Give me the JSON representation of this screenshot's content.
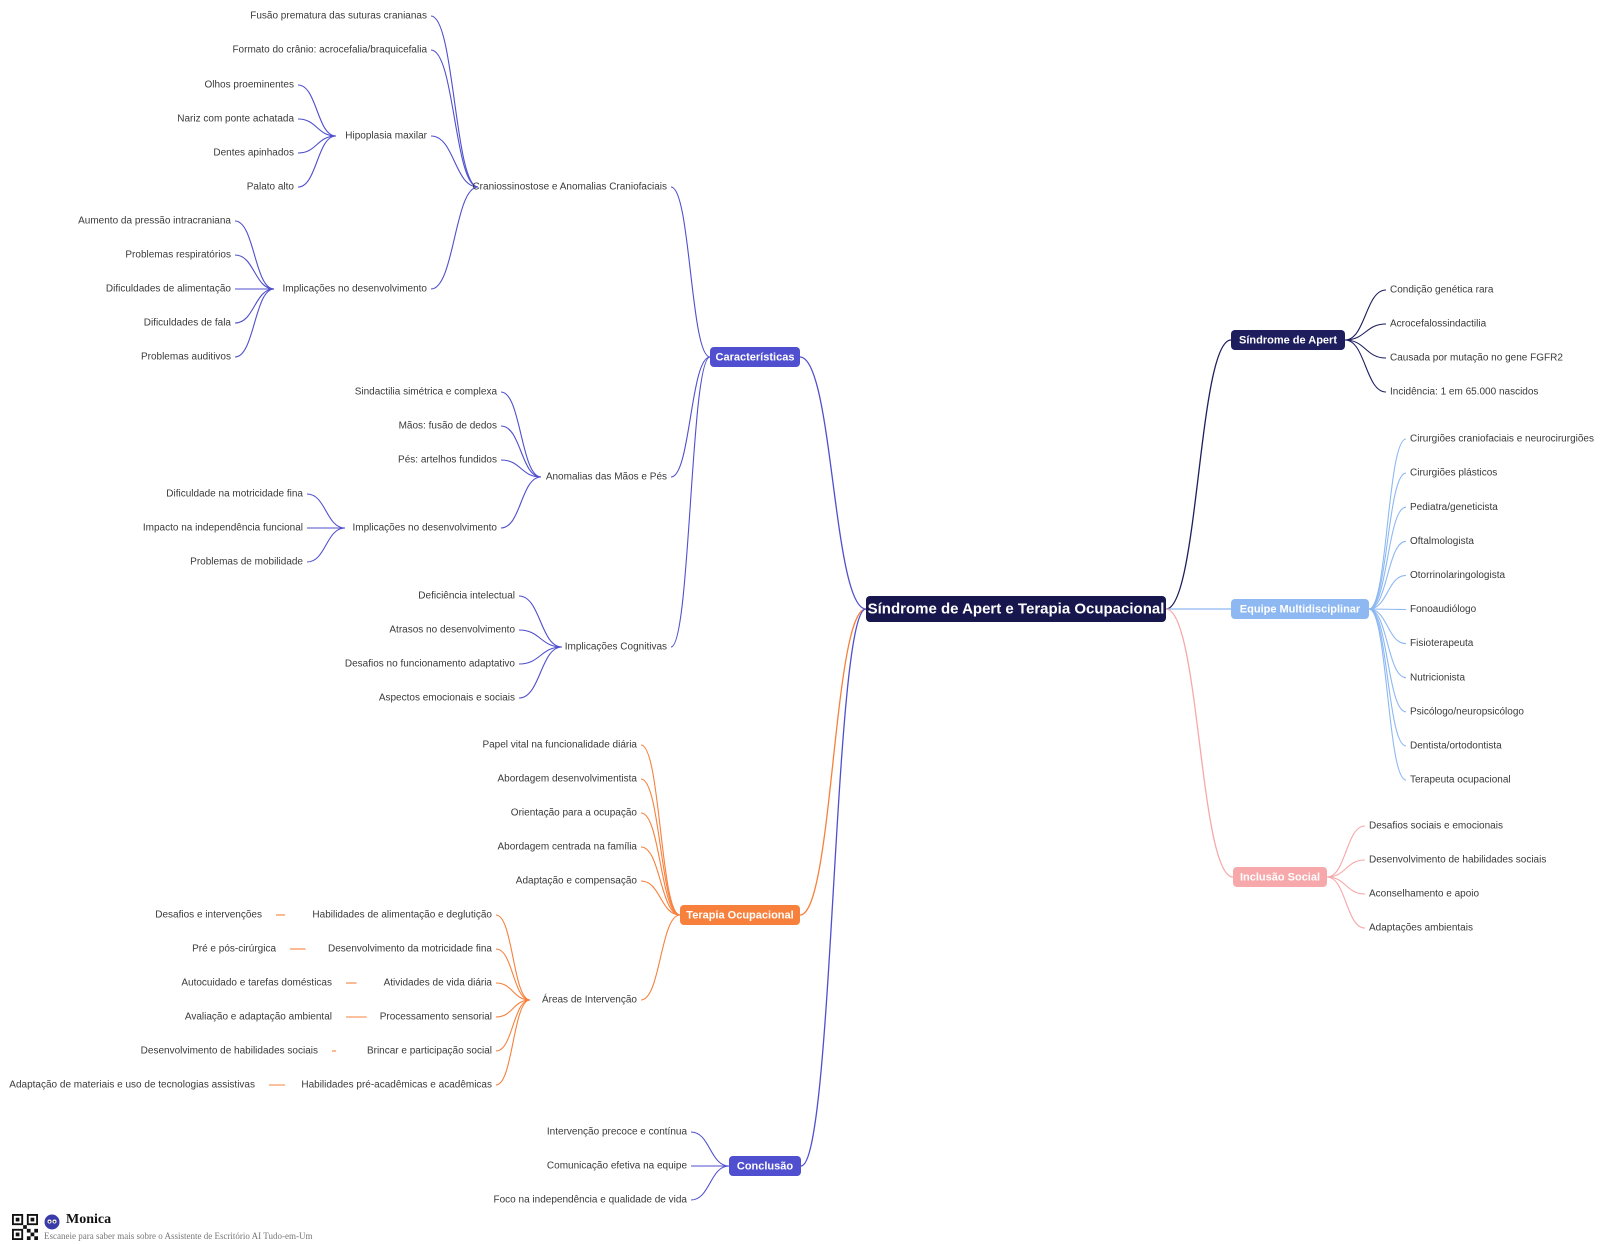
{
  "colors": {
    "root": "#17174d",
    "apert": "#1e1e5e",
    "caracteristicas": "#4f4fcf",
    "terapia": "#f7803c",
    "conclusao": "#4f4fcf",
    "equipe": "#8db8f2",
    "inclusao": "#f6a8aa"
  },
  "root": {
    "label": "Síndrome de Apert e Terapia Ocupacional"
  },
  "apert": {
    "label": "Síndrome de Apert",
    "items": [
      "Condição genética rara",
      "Acrocefalossindactilia",
      "Causada por mutação no gene FGFR2",
      "Incidência: 1 em 65.000 nascidos"
    ]
  },
  "equipe": {
    "label": "Equipe Multidisciplinar",
    "items": [
      "Cirurgiões craniofaciais e neurocirurgiões",
      "Cirurgiões plásticos",
      "Pediatra/geneticista",
      "Oftalmologista",
      "Otorrinolaringologista",
      "Fonoaudiólogo",
      "Fisioterapeuta",
      "Nutricionista",
      "Psicólogo/neuropsicólogo",
      "Dentista/ortodontista",
      "Terapeuta ocupacional"
    ]
  },
  "inclusao": {
    "label": "Inclusão Social",
    "items": [
      "Desafios sociais e emocionais",
      "Desenvolvimento de habilidades sociais",
      "Aconselhamento e apoio",
      "Adaptações ambientais"
    ]
  },
  "caracteristicas": {
    "label": "Características",
    "cranio": {
      "label": "Craniossinostose e Anomalias Craniofaciais",
      "fusao": "Fusão prematura das suturas cranianas",
      "formato": "Formato do crânio: acrocefalia/braquicefalia",
      "hipoplasia": {
        "label": "Hipoplasia maxilar",
        "items": [
          "Olhos proeminentes",
          "Nariz com ponte achatada",
          "Dentes apinhados",
          "Palato alto"
        ]
      },
      "implicacoes": {
        "label": "Implicações no desenvolvimento",
        "items": [
          "Aumento da pressão intracraniana",
          "Problemas respiratórios",
          "Dificuldades de alimentação",
          "Dificuldades de fala",
          "Problemas auditivos"
        ]
      }
    },
    "maos": {
      "label": "Anomalias das Mãos e Pés",
      "sindactilia": "Sindactilia simétrica e complexa",
      "maos_fusao": "Mãos: fusão de dedos",
      "pes": "Pés: artelhos fundidos",
      "implicacoes": {
        "label": "Implicações no desenvolvimento",
        "items": [
          "Dificuldade na motricidade fina",
          "Impacto na independência funcional",
          "Problemas de mobilidade"
        ]
      }
    },
    "cognitivas": {
      "label": "Implicações Cognitivas",
      "items": [
        "Deficiência intelectual",
        "Atrasos no desenvolvimento",
        "Desafios no funcionamento adaptativo",
        "Aspectos emocionais e sociais"
      ]
    }
  },
  "terapia": {
    "label": "Terapia Ocupacional",
    "items": [
      "Papel vital na funcionalidade diária",
      "Abordagem desenvolvimentista",
      "Orientação para a ocupação",
      "Abordagem centrada na família",
      "Adaptação e compensação"
    ],
    "areas": {
      "label": "Áreas de Intervenção",
      "rows": [
        {
          "name": "Habilidades de alimentação e deglutição",
          "detail": "Desafios e intervenções"
        },
        {
          "name": "Desenvolvimento da motricidade fina",
          "detail": "Pré e pós-cirúrgica"
        },
        {
          "name": "Atividades de vida diária",
          "detail": "Autocuidado e tarefas domésticas"
        },
        {
          "name": "Processamento sensorial",
          "detail": "Avaliação e adaptação ambiental"
        },
        {
          "name": "Brincar e participação social",
          "detail": "Desenvolvimento de habilidades sociais"
        },
        {
          "name": "Habilidades pré-acadêmicas e acadêmicas",
          "detail": "Adaptação de materiais e uso de tecnologias assistivas"
        }
      ]
    }
  },
  "conclusao": {
    "label": "Conclusão",
    "items": [
      "Intervenção precoce e contínua",
      "Comunicação efetiva na equipe",
      "Foco na independência e qualidade de vida"
    ]
  },
  "footer": {
    "brand": "Monica",
    "tagline": "Escaneie para saber mais sobre o Assistente de Escritório AI Tudo-em-Um"
  }
}
